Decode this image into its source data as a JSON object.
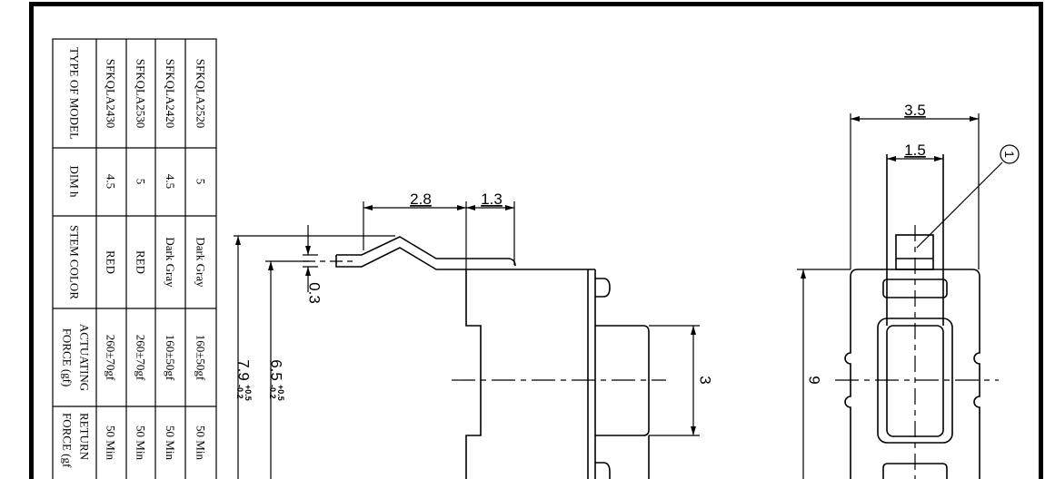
{
  "table": {
    "header": {
      "model": "TYPE OF MODEL",
      "dim_h": "DIM h",
      "stem_color": "STEM COLOR",
      "actuating_force_1": "ACTUATING",
      "actuating_force_2": "FORCE (gf)",
      "return_force_1": "RETURN",
      "return_force_2": "FORCE (gf"
    },
    "rows": [
      {
        "model": "SFKQLA2430",
        "dim_h": "4.5",
        "stem_color": "RED",
        "actuating_force": "260±70gf",
        "return_force": "50 Min"
      },
      {
        "model": "SFKQLA2530",
        "dim_h": "5",
        "stem_color": "RED",
        "actuating_force": "260±70gf",
        "return_force": "50 Min"
      },
      {
        "model": "SFKQLA2420",
        "dim_h": "4.5",
        "stem_color": "Dark Gray",
        "actuating_force": "160±50gf",
        "return_force": "50 Min"
      },
      {
        "model": "SFKQLA2520",
        "dim_h": "5",
        "stem_color": "Dark Gray",
        "actuating_force": "160±50gf",
        "return_force": "50 Min"
      }
    ]
  },
  "dimensions": {
    "terminal_length": "2.8",
    "terminal_offset": "1.3",
    "terminal_thickness": "0.3",
    "total_height": "7.9",
    "total_height_tol_plus": "+0.5",
    "total_height_tol_minus": "-0.2",
    "body_height": "6.5",
    "body_height_tol_plus": "+0.5",
    "body_height_tol_minus": "-0.2",
    "button_width": "3",
    "body_length": "9",
    "body_width": "3.5",
    "stem_width": "1.5"
  },
  "balloon": "1"
}
